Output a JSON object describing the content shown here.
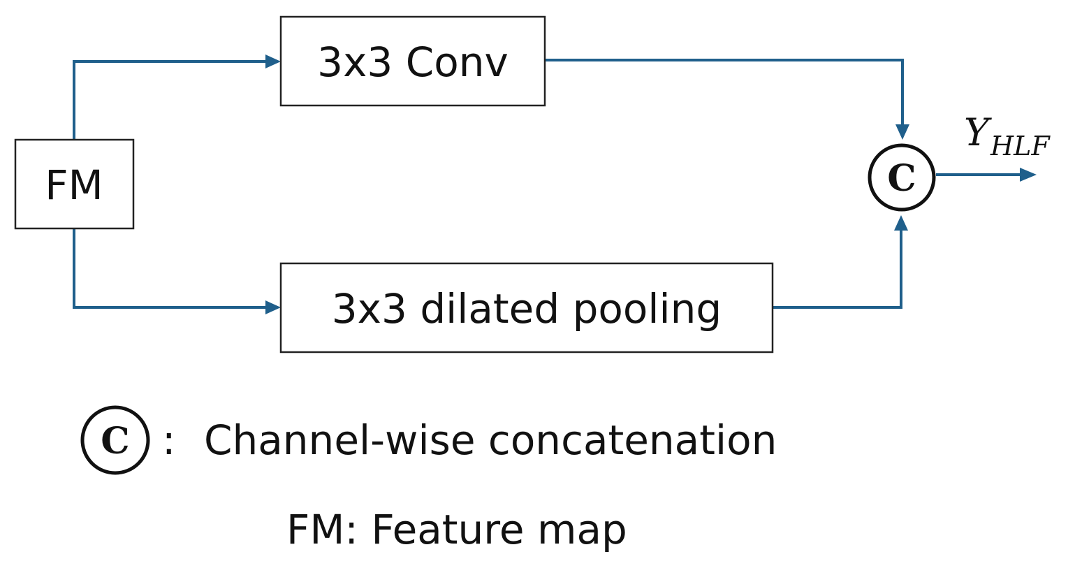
{
  "nodes": {
    "input": {
      "label": "FM"
    },
    "conv": {
      "label": "3x3 Conv"
    },
    "pooling": {
      "label": "3x3 dilated pooling"
    },
    "concat": {
      "symbol": "C"
    }
  },
  "output": {
    "main": "Y",
    "subscript": "HLF"
  },
  "legend": {
    "concat_symbol": "C",
    "concat_sep": ":",
    "concat_text": "Channel-wise concatenation",
    "fm_text": "FM: Feature map"
  },
  "colors": {
    "wire": "#1f5f8b",
    "box_stroke": "#222222",
    "text": "#111111"
  }
}
